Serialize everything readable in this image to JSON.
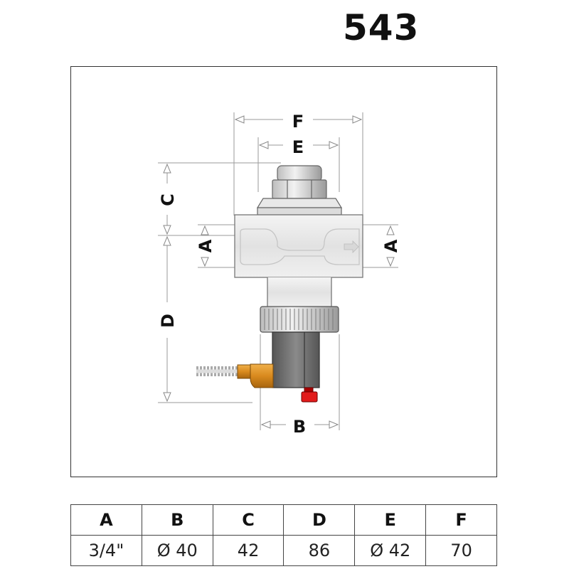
{
  "product_code": "543",
  "dimension_labels": {
    "F": "F",
    "E": "E",
    "C": "C",
    "D": "D",
    "B": "B",
    "A_left": "A",
    "A_right": "A"
  },
  "table": {
    "headers": [
      "A",
      "B",
      "C",
      "D",
      "E",
      "F"
    ],
    "values": [
      "3/4\"",
      "Ø 40",
      "42",
      "86",
      "Ø 42",
      "70"
    ]
  }
}
